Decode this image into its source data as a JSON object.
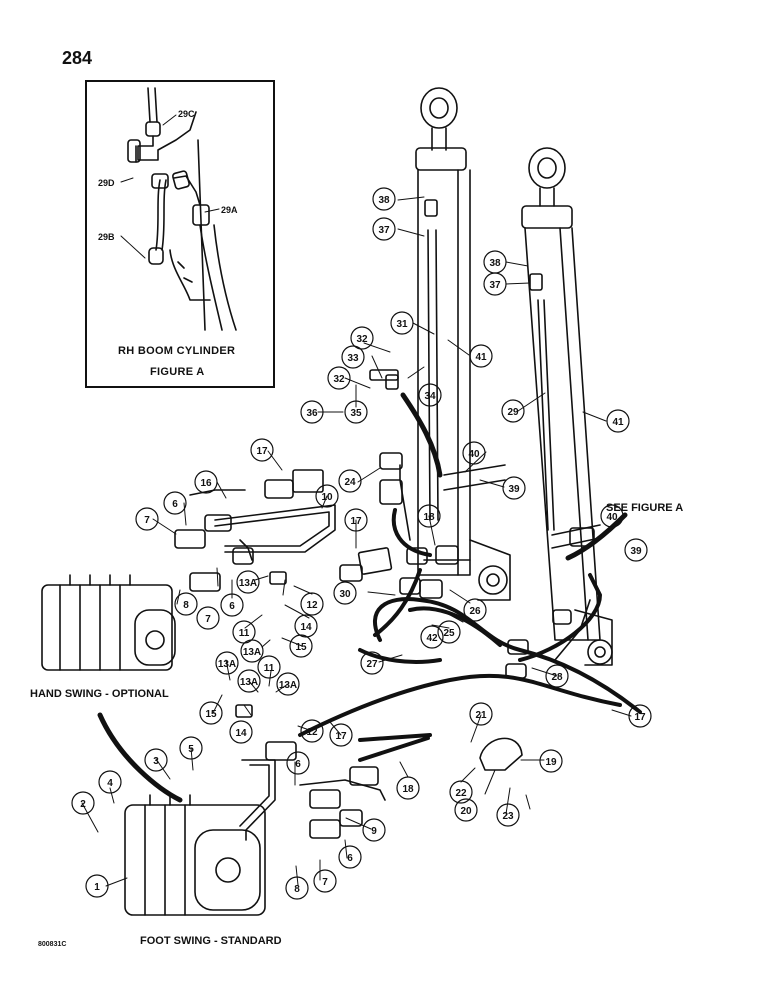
{
  "page_number": "284",
  "figure_a": {
    "title": "RH BOOM CYLINDER",
    "caption": "FIGURE A",
    "callouts": [
      "29C",
      "29D",
      "29A",
      "29B"
    ]
  },
  "labels": {
    "hand_swing": "HAND SWING - OPTIONAL",
    "foot_swing": "FOOT SWING - STANDARD",
    "see_figure": "SEE FIGURE A",
    "drawing_code": "800831C"
  },
  "callouts": [
    "1",
    "2",
    "3",
    "4",
    "5",
    "6",
    "7",
    "8",
    "9",
    "10",
    "11",
    "12",
    "13A",
    "14",
    "15",
    "16",
    "17",
    "18",
    "19",
    "20",
    "21",
    "22",
    "23",
    "24",
    "25",
    "26",
    "27",
    "28",
    "29",
    "30",
    "31",
    "32",
    "33",
    "34",
    "35",
    "36",
    "37",
    "38",
    "39",
    "40",
    "41",
    "42"
  ]
}
